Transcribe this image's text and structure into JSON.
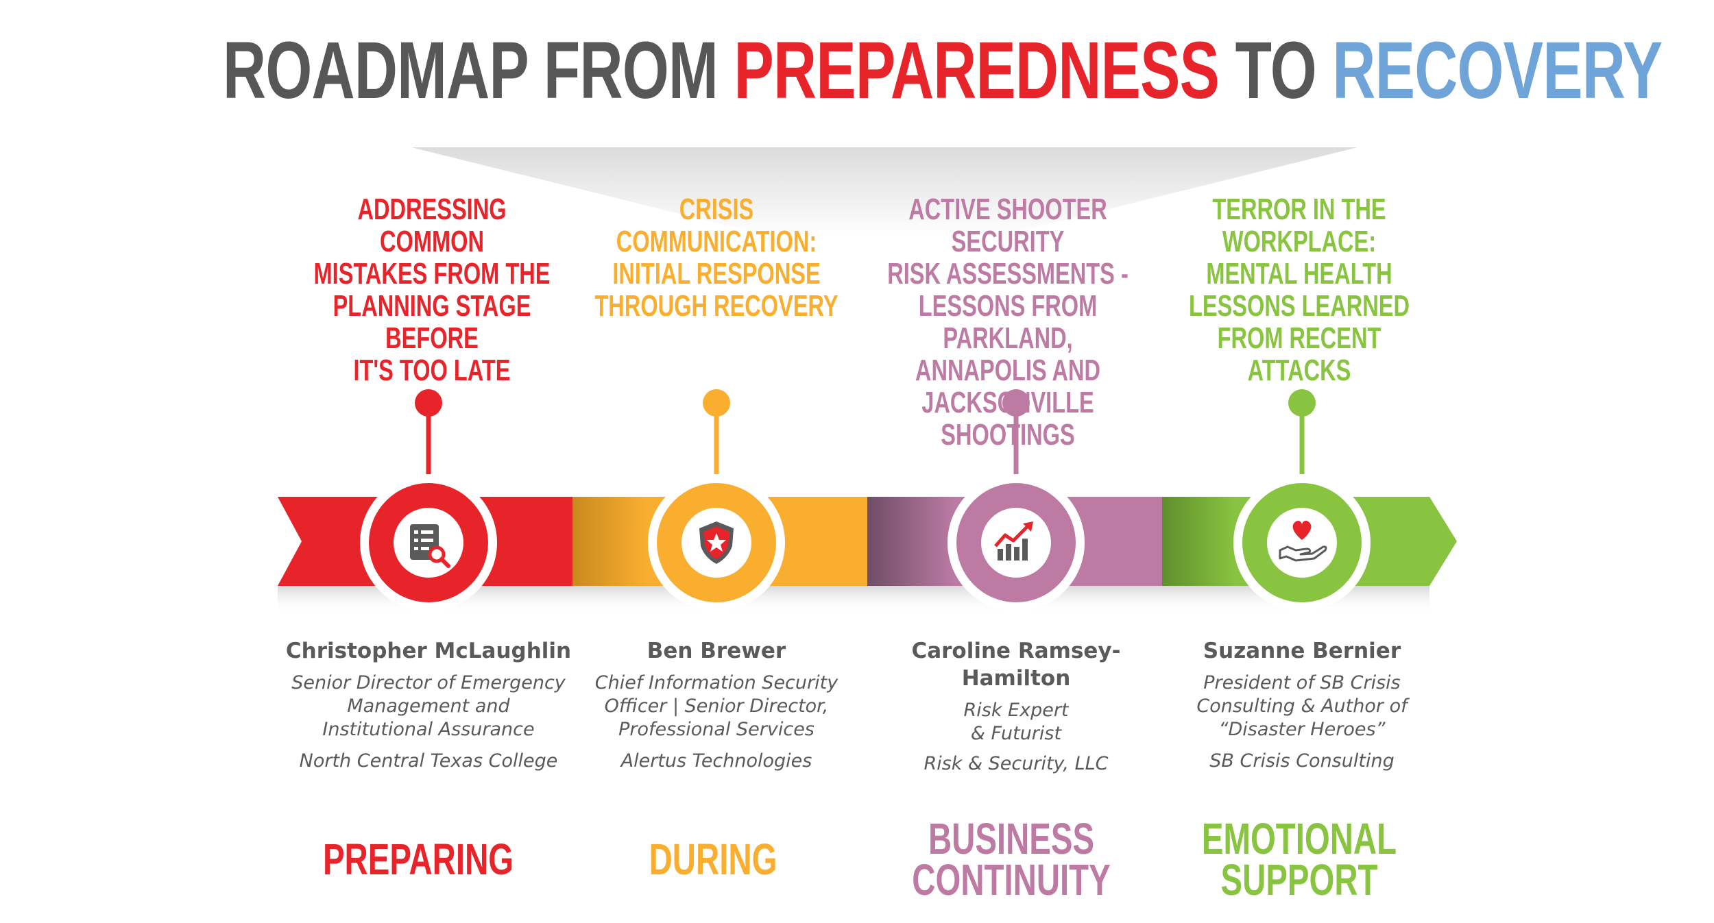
{
  "title": {
    "part1": "ROADMAP FROM ",
    "part2": "PREPAREDNESS",
    "part3": " TO ",
    "part4": "RECOVERY"
  },
  "colors": {
    "dark": "#575757",
    "red": "#e8242b",
    "orange": "#f9ae2f",
    "purple": "#bd7ba4",
    "green": "#88c440",
    "blue": "#6fa4d8"
  },
  "stages": [
    {
      "title": "ADDRESSING COMMON\nMISTAKES FROM THE\nPLANNING STAGE BEFORE\nIT'S TOO LATE",
      "icon": "checklist-search-icon",
      "name": "Christopher McLaughlin",
      "role": "Senior Director of Emergency\nManagement and\nInstitutional Assurance",
      "org": "North Central Texas College",
      "phase": "PREPARING"
    },
    {
      "title": "CRISIS COMMUNICATION:\nINITIAL RESPONSE\nTHROUGH RECOVERY",
      "icon": "shield-star-icon",
      "name": "Ben Brewer",
      "role": "Chief Information Security\nOfficer | Senior Director,\nProfessional Services",
      "org": "Alertus Technologies",
      "phase": "DURING"
    },
    {
      "title": "ACTIVE SHOOTER SECURITY\nRISK ASSESSMENTS -\nLESSONS FROM PARKLAND,\nANNAPOLIS AND\nJACKSONVILLE SHOOTINGS",
      "icon": "growth-chart-icon",
      "name": "Caroline Ramsey-\nHamilton",
      "role": "Risk Expert\n& Futurist",
      "org": "Risk & Security, LLC",
      "phase": "BUSINESS\nCONTINUITY"
    },
    {
      "title": "TERROR IN THE WORKPLACE:\nMENTAL HEALTH\nLESSONS LEARNED\nFROM RECENT\nATTACKS",
      "icon": "heart-hand-icon",
      "name": "Suzanne Bernier",
      "role": "President of SB Crisis\nConsulting & Author of\n“Disaster Heroes”",
      "org": "SB Crisis Consulting",
      "phase": "EMOTIONAL\nSUPPORT"
    }
  ]
}
